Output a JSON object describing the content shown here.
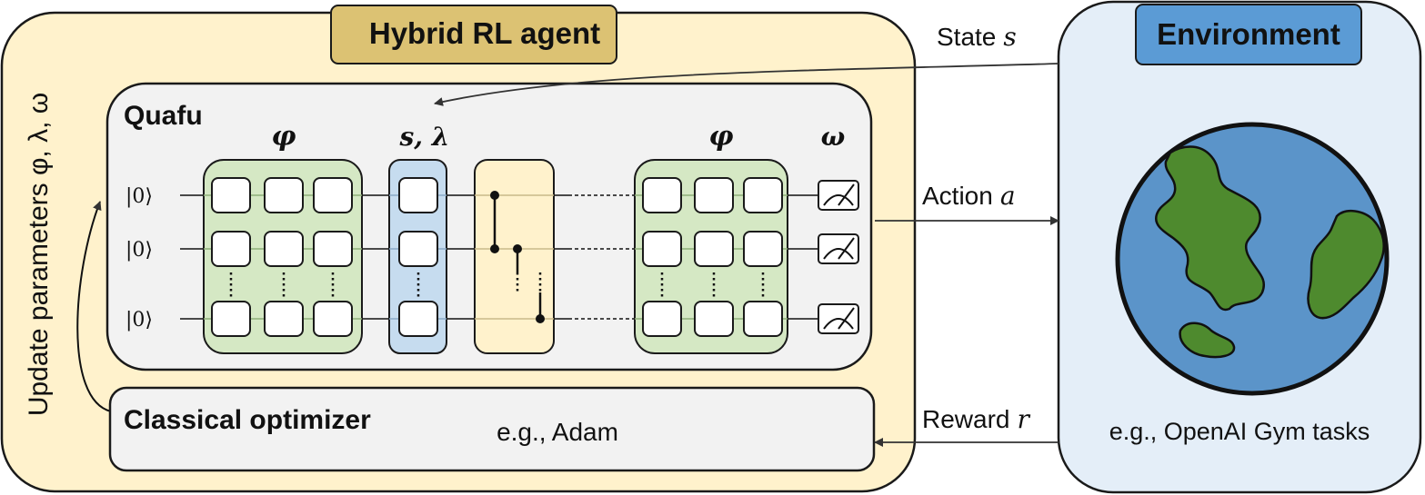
{
  "agent": {
    "title": "Hybrid RL agent",
    "update_label": "Update parameters φ, λ, ω"
  },
  "quafu": {
    "title": "Quafu",
    "qubit_labels": [
      "|0⟩",
      "|0⟩",
      "|0⟩"
    ],
    "block_labels": {
      "variational_1": "φ",
      "encoding": "s, λ",
      "variational_2": "φ",
      "measurement": "ω"
    }
  },
  "optimizer": {
    "title": "Classical optimizer",
    "example": "e.g., Adam"
  },
  "environment": {
    "title": "Environment",
    "example": "e.g., OpenAI Gym tasks"
  },
  "arrows": {
    "state_word": "State",
    "state_symbol": "s",
    "action_word": "Action",
    "action_symbol": "a",
    "reward_word": "Reward",
    "reward_symbol": "r"
  },
  "colors": {
    "agent_fill": "#fff2cc",
    "agent_title_fill": "#dcc273",
    "circuit_fill": "#f2f2f2",
    "variational_fill": "#d5e8c4",
    "encoding_fill": "#c6dcef",
    "entangle_fill": "#fff2cc",
    "env_fill": "#e4eef8",
    "env_title_fill": "#5b9bd5",
    "ocean": "#5b94c9",
    "land": "#4e8a2e"
  }
}
